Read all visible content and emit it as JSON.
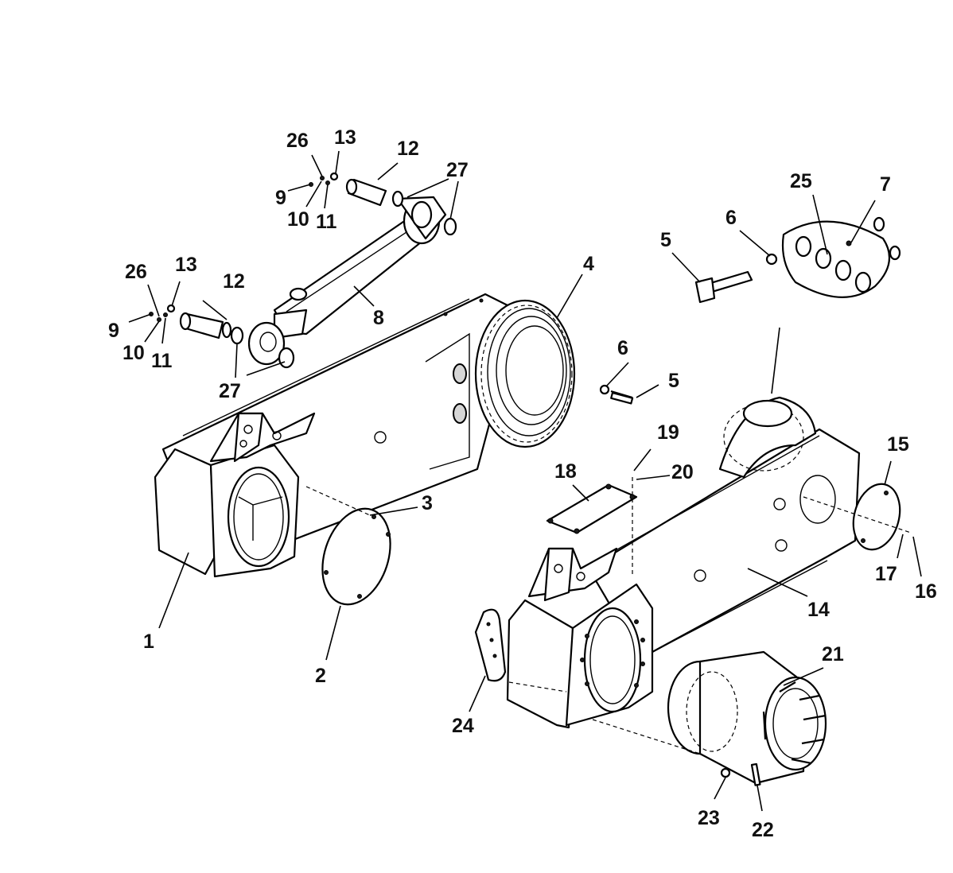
{
  "diagram": {
    "type": "exploded-parts-diagram",
    "callouts": [
      {
        "id": "c1",
        "label": "1"
      },
      {
        "id": "c2",
        "label": "2"
      },
      {
        "id": "c3",
        "label": "3"
      },
      {
        "id": "c4",
        "label": "4"
      },
      {
        "id": "c5a",
        "label": "5"
      },
      {
        "id": "c5b",
        "label": "5"
      },
      {
        "id": "c6a",
        "label": "6"
      },
      {
        "id": "c6b",
        "label": "6"
      },
      {
        "id": "c7",
        "label": "7"
      },
      {
        "id": "c8",
        "label": "8"
      },
      {
        "id": "c9a",
        "label": "9"
      },
      {
        "id": "c9b",
        "label": "9"
      },
      {
        "id": "c10a",
        "label": "10"
      },
      {
        "id": "c10b",
        "label": "10"
      },
      {
        "id": "c11a",
        "label": "11"
      },
      {
        "id": "c11b",
        "label": "11"
      },
      {
        "id": "c12a",
        "label": "12"
      },
      {
        "id": "c12b",
        "label": "12"
      },
      {
        "id": "c13a",
        "label": "13"
      },
      {
        "id": "c13b",
        "label": "13"
      },
      {
        "id": "c14",
        "label": "14"
      },
      {
        "id": "c15",
        "label": "15"
      },
      {
        "id": "c16",
        "label": "16"
      },
      {
        "id": "c17",
        "label": "17"
      },
      {
        "id": "c18",
        "label": "18"
      },
      {
        "id": "c19",
        "label": "19"
      },
      {
        "id": "c20",
        "label": "20"
      },
      {
        "id": "c21",
        "label": "21"
      },
      {
        "id": "c22",
        "label": "22"
      },
      {
        "id": "c23",
        "label": "23"
      },
      {
        "id": "c24",
        "label": "24"
      },
      {
        "id": "c25",
        "label": "25"
      },
      {
        "id": "c26a",
        "label": "26"
      },
      {
        "id": "c26b",
        "label": "26"
      },
      {
        "id": "c27a",
        "label": "27"
      },
      {
        "id": "c27b",
        "label": "27"
      }
    ]
  }
}
